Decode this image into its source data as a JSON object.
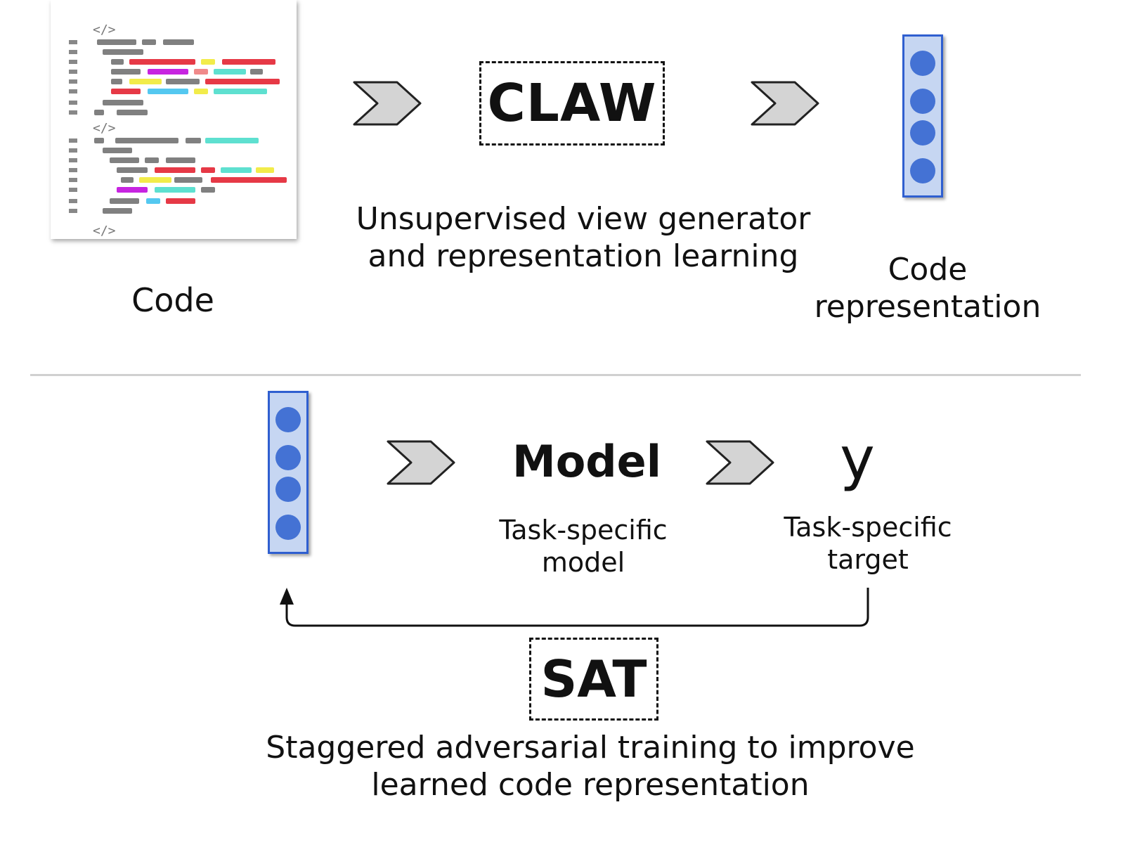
{
  "top": {
    "code_label": "Code",
    "claw_title": "CLAW",
    "claw_caption": "Unsupervised view generator\nand representation learning",
    "repr_label": "Code\nrepresentation",
    "tag_symbol": "</>"
  },
  "bottom": {
    "model_title": "Model",
    "model_caption": "Task-specific\nmodel",
    "target_symbol": "y",
    "target_caption": "Task-specific\ntarget",
    "sat_title": "SAT",
    "sat_caption": "Staggered adversarial training to improve\nlearned code representation"
  },
  "colors": {
    "vector_fill": "#c6d6f2",
    "vector_border": "#2f5fd0",
    "dot": "#4472d4",
    "chevron_fill": "#d4d4d4"
  }
}
